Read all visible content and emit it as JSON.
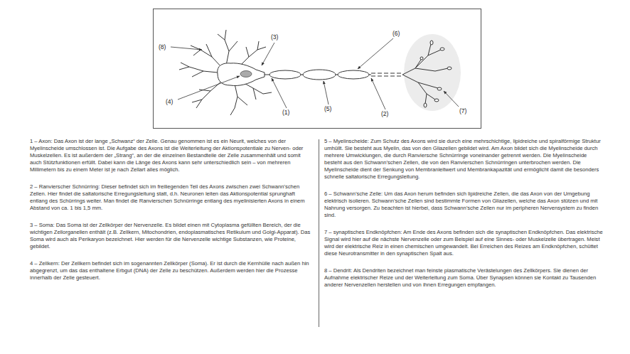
{
  "diagram": {
    "labels": [
      "(8)",
      "(3)",
      "(6)",
      "(4)",
      "(1)",
      "(5)",
      "(2)",
      "(7)",
      "1 – Axon: Das Axon ist der lange „Schwanz“ der Zelle. Genau genommen ist es ein Neurit, welches von der Myelinscheide umschlossen ist. Die Aufgabe des Axons ist die Weiterleitung der Aktionspotentiale zu Nerven- oder Muskelzellen. Es ist außerdem der „Strang“, an der die einzelnen Bestandteile der Zelle zusammenhält und somit auch Stützfunktionen erfüllt. Dabei kann die Länge des Axons kann sehr unterschiedlich sein – von mehreren Millimetern bis zu einem Meter ist je nach Zellart alles möglich.",
      "2 – Ranvierscher Schnürring: Dieser befindet sich im freiliegenden Teil des Axons zwischen zwei Schwann’schen Zellen. Hier findet die saltatorische Erregungsleitung statt, d.h. Neuronen leiten das Aktionspotential sprunghaft entlang des Schürrings weiter. Man findet die Ranvierschen Schnürringe entlang des myelinisierten Axons in einem Abstand von ca. 1 bis 1,5 mm.",
      "3 – Soma: Das Soma ist der Zellkörper der Nervenzelle. Es bildet einen mit Cytoplasma gefüllten Bereich, der die wichtigen Zellorganellen enthält (z.B. Zellkern, Mitochondrien, endoplasmatisches Retikulum und Golgi-Apparat). Das Soma wird auch als Perikaryon bezeichnet. Hier werden für die Nervenzelle wichtige Substanzen, wie Proteine, gebildet.",
      "4 – Zellkern: Der Zellkern befindet sich im sogenannten Zellkörper (Soma). Er ist durch die Kernhülle nach außen hin abgegrenzt, um das das enthaltene Erbgut (DNA) der Zelle zu beschützen. Außerdem werden hier die Prozesse innerhalb der Zelle gesteuert.",
      "5 – Myelinscheide: Zum Schutz des Axons wird sie durch eine mehrschichtige, lipidreiche und spiralförmige Struktur umhüllt. Sie besteht aus Myelin, das von den Gliazellen gebildet wird. Am Axon bildet sich die Myelinscheide durch mehrere Umwicklungen, die durch Ranviersche Schnürringe voneinander getrennt werden. Die Myelinscheide besteht aus den Schwann’schen Zellen, die von den Ranvierschen Schnürringen unterbrochen werden. Die Myelinscheide dient der Senkung von Membranleitwert und Membrankapazität und ermöglicht damit die besonders schnelle saltatorische Erregungsleitung.",
      "6 – Schwann’sche Zelle: Um das Axon herum befinden sich lipidreiche Zellen, die das Axon von der Umgebung elektrisch isolieren. Schwann’sche Zellen sind bestimmte Formen von Gliazellen, welche das Axon stützen und mit Nahrung versorgen. Zu beachten ist hierbei, dass Schwann’sche Zellen nur im peripheren Nervensystem zu finden sind.",
      "7 – synaptisches Endknöpfchen: Am Ende des Axons befinden sich die synaptischen Endknöpfchen. Das elektrische Signal wird hier auf die nächste Nervenzelle oder zum Beispiel auf eine Sinnes- oder Muskelzelle übertragen. Meist wird der elektrische Reiz in einen chemischen umgewandelt. Bei Erreichen des Reizes am Endknöpfchen, schüttet diese Neurotransmitter in den synaptischen Spalt aus.",
      "8 – Dendrit: Als Dendriten bezeichnet man feinste plasmatische Verästelungen des Zellkörpers. Sie dienen der Aufnahme elektrischer Reize und der Weiterleitung zum Soma. Über Synapsen können sie Kontakt zu Tausenden anderer Nervenzellen herstellen und von ihnen Erregungen empfangen."
    ]
  }
}
